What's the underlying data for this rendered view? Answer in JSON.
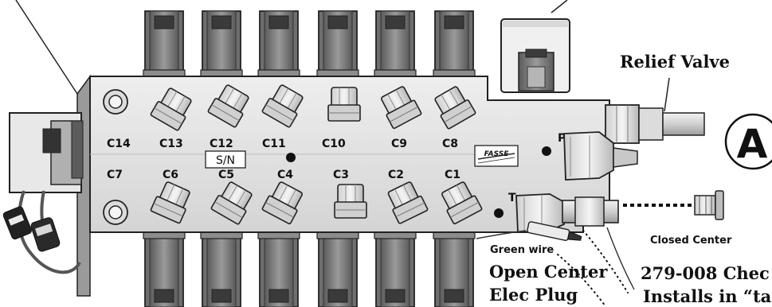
{
  "ports": {
    "top_row": [
      "C14",
      "C13",
      "C12",
      "C11",
      "C10",
      "C9",
      "C8"
    ],
    "bottom_row": [
      "C7",
      "C6",
      "C5",
      "C4",
      "C3",
      "C2",
      "C1"
    ],
    "pressure": "P",
    "tank": "T"
  },
  "serial_tag": "S/N",
  "brand_logo": "FASSE",
  "callouts": {
    "relief_valve": "Relief Valve",
    "closed_center": "Closed Center",
    "green_wire": "Green wire",
    "open_center_line1": "Open Center",
    "open_center_line2": "Elec Plug",
    "check_valve_line1": "279-008 Chec",
    "check_valve_line2": "Installs in “ta",
    "circle_marker": "A"
  },
  "colors": {
    "body": "#e6e6e6",
    "solenoid": "#7a7a7a",
    "outline": "#222222"
  }
}
